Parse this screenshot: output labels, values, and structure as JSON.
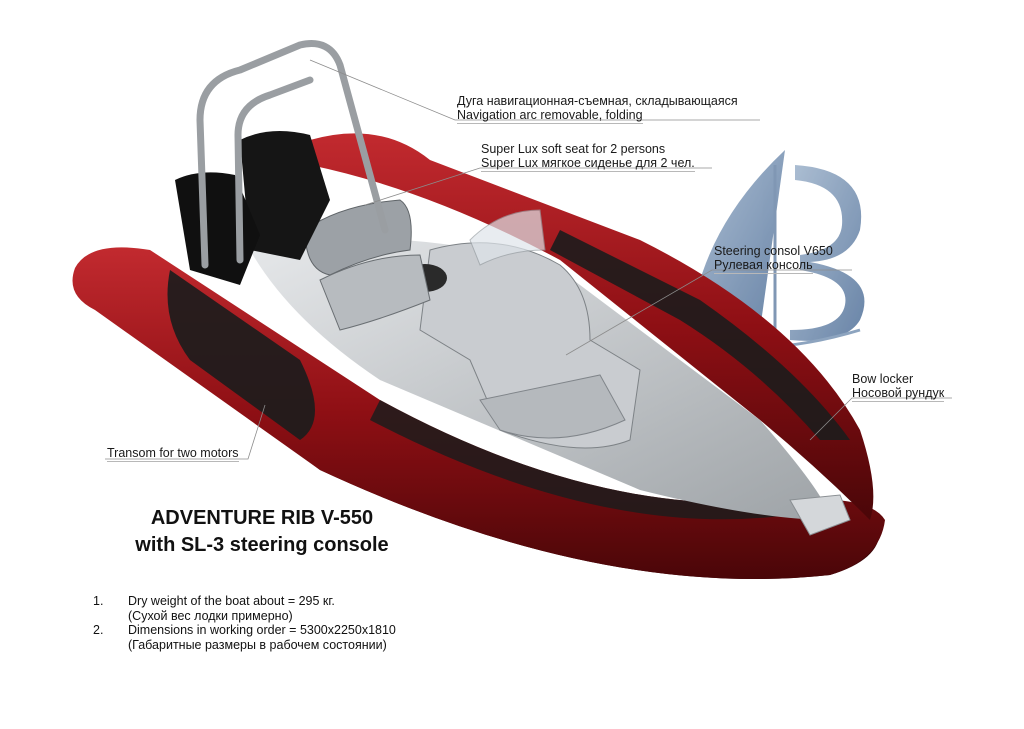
{
  "labels": {
    "nav_arc_ru": "Дуга навигационная-съемная, складывающаяся",
    "nav_arc_en": "Navigation arc removable, folding",
    "seat_en": "Super Lux soft seat for 2 persons",
    "seat_ru": "Super Lux мягкое сиденье для 2 чел.",
    "console_en": "Steering consol V650",
    "console_ru": "Рулевая консоль",
    "bow_en": "Bow locker",
    "bow_ru": "Носовой рундук",
    "transom": "Transom for two motors"
  },
  "title": {
    "line1": "ADVENTURE RIB V-550",
    "line2": "with SL-3 steering console"
  },
  "specs": [
    {
      "num": "1.",
      "line1": "Dry weight of the boat about = 295 кг.",
      "line2": "(Сухой вес лодки примерно)"
    },
    {
      "num": "2.",
      "line1": "Dimensions in working order = 5300x2250x1810",
      "line2": "(Габаритные размеры в рабочем состоянии)"
    }
  ],
  "colors": {
    "tube_red": "#8e0f14",
    "tube_black": "#1a1a1a",
    "deck_grey": "#bfc3c6",
    "logo_blue": "#5f7fa6"
  }
}
